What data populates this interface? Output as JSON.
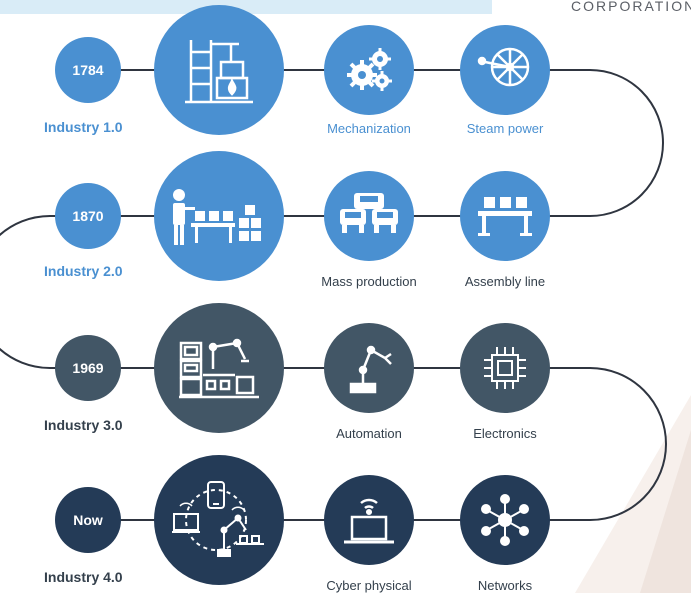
{
  "brand": {
    "text": "CORPORATION"
  },
  "colors": {
    "stage1": "#4a90d1",
    "stage3": "#425666",
    "stage4": "#243b57",
    "label_dark": "#34404c",
    "connector": "#2f3540"
  },
  "eras": [
    {
      "year": "1784",
      "label": "Industry 1.0",
      "big_icon": "oil-derrick-furnace-icon",
      "steps": [
        {
          "label": "Mechanization",
          "icon": "gears-icon"
        },
        {
          "label": "Steam power",
          "icon": "steam-wheel-icon"
        }
      ]
    },
    {
      "year": "1870",
      "label": "Industry 2.0",
      "big_icon": "worker-conveyor-icon",
      "steps": [
        {
          "label": "Mass production",
          "icon": "cars-icon"
        },
        {
          "label": "Assembly line",
          "icon": "conveyor-belt-icon"
        }
      ]
    },
    {
      "year": "1969",
      "label": "Industry 3.0",
      "big_icon": "robot-workstation-icon",
      "steps": [
        {
          "label": "Automation",
          "icon": "robot-arm-icon"
        },
        {
          "label": "Electronics",
          "icon": "microchip-icon"
        }
      ]
    },
    {
      "year": "Now",
      "label": "Industry 4.0",
      "big_icon": "connected-factory-icon",
      "steps": [
        {
          "label": "Cyber physical",
          "icon": "laptop-wifi-icon"
        },
        {
          "label": "Networks",
          "icon": "network-hub-icon"
        }
      ]
    }
  ]
}
